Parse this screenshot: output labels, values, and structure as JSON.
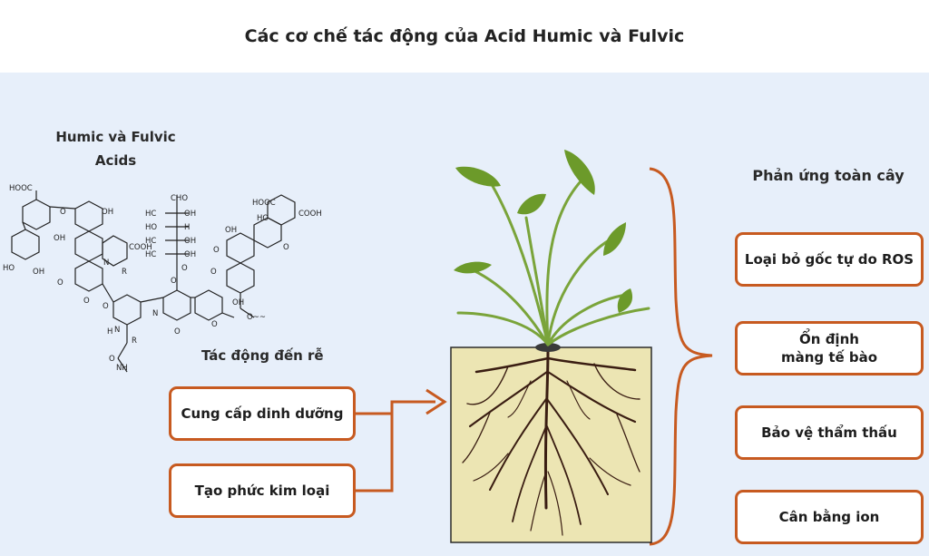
{
  "title": "Các cơ chế tác động của Acid Humic và Fulvic",
  "molecule": {
    "title_line1": "Humic và Fulvic",
    "title_line2": "Acids",
    "labels": {
      "hooc": "HOOC",
      "oh": "OH",
      "cooh": "COOH",
      "ho": "HO",
      "o": "O",
      "n": "N",
      "r": "R",
      "cho": "CHO",
      "hc": "HC",
      "h": "H",
      "nh": "NH",
      "tail": "O~~"
    }
  },
  "root_effects": {
    "title": "Tác động đến rễ",
    "items": [
      "Cung cấp dinh dưỡng",
      "Tạo phức kim loại"
    ]
  },
  "whole_plant": {
    "title": "Phản ứng toàn cây",
    "items": [
      {
        "line1": "Loại bỏ gốc tự do ROS",
        "line2": ""
      },
      {
        "line1": "Ổn định",
        "line2": "màng tế bào"
      },
      {
        "line1": "Bảo vệ thẩm thấu",
        "line2": ""
      },
      {
        "line1": "Cân bằng ion",
        "line2": ""
      }
    ]
  },
  "colors": {
    "accent": "#c75a20",
    "panel_bg": "#e7effa",
    "soil": "#ece5b3",
    "leaf": "#7aa43a",
    "root": "#3a1d12"
  }
}
